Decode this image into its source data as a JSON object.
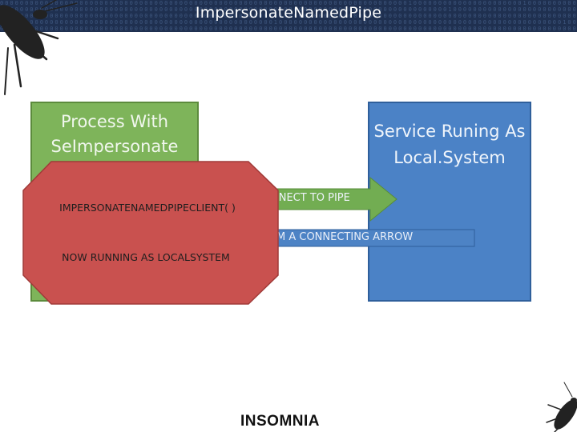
{
  "header": {
    "title": "ImpersonateNamedPipe",
    "background": "#1f3050"
  },
  "diagram": {
    "process_box": {
      "label": "Process With SeImpersonate",
      "color": "#7eb45a"
    },
    "service_box": {
      "label": "Service Runing As Local.System",
      "color": "#4b82c6"
    },
    "connect_arrow": {
      "text": "NNECT TO PIPE",
      "color": "#72ad52"
    },
    "connecting_arrow": {
      "text": "M A CONNECTING ARROW",
      "color": "#4d83c5"
    },
    "octagon": {
      "line1": "IMPERSONATENAMEDPIPECLIENT( )",
      "line2": "NOW RUNNING AS LOCALSYSTEM",
      "color": "#c9514f"
    }
  },
  "footer": {
    "logo_text": "INSOMNIA"
  },
  "decor": {
    "top_left": "cockroach-icon",
    "bottom_right": "cockroach-icon"
  }
}
